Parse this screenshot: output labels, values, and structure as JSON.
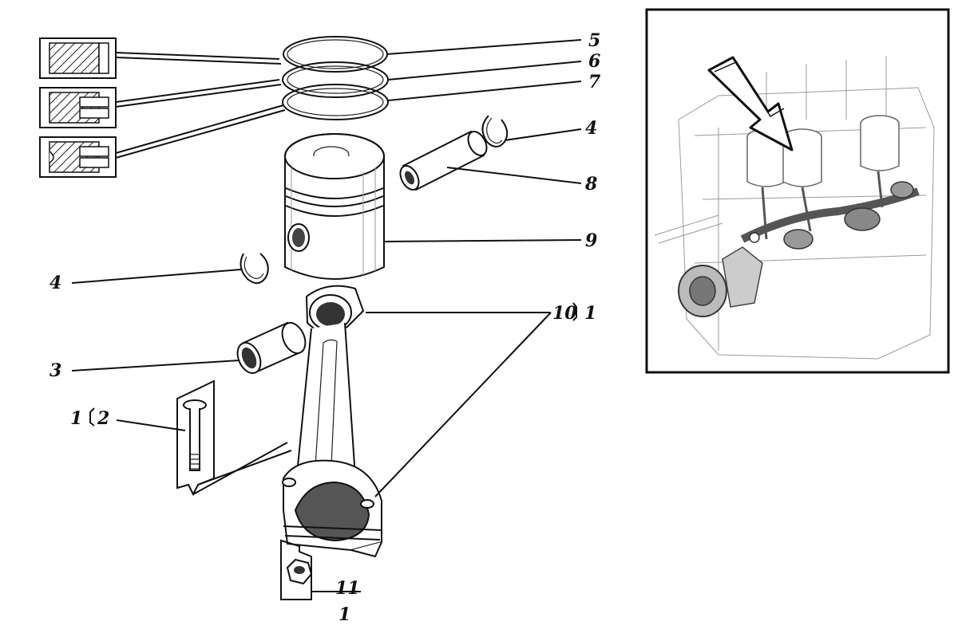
{
  "labels": {
    "ring_top": "5",
    "ring_mid": "6",
    "ring_low": "7",
    "retainer_right": "4",
    "piston_pin": "8",
    "piston": "9",
    "retainer_left": "4",
    "connecting_rod": "10",
    "connecting_rod_qty": "1",
    "bushing": "3",
    "bolt_group": "1",
    "bolt": "2",
    "nut": "11",
    "nut_qty": "1"
  },
  "icons": {
    "piston-ring-section": "hatched-rectangle",
    "arrow": "hollow-arrow",
    "engine": "engine-sketch"
  },
  "colors": {
    "ink": "#111111",
    "paper": "#ffffff",
    "sketch": "#9a9a9a"
  }
}
